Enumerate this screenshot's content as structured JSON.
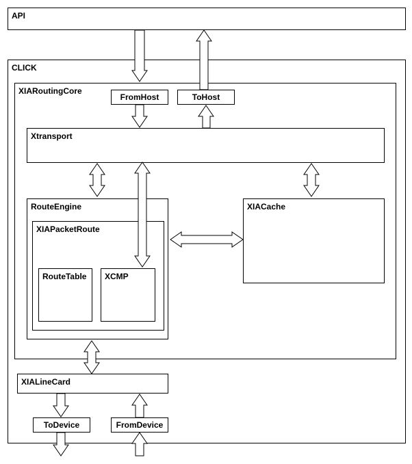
{
  "api": {
    "label": "API"
  },
  "click": {
    "label": "CLICK"
  },
  "routing_core": {
    "label": "XIARoutingCore"
  },
  "from_host": {
    "label": "FromHost"
  },
  "to_host": {
    "label": "ToHost"
  },
  "xtransport": {
    "label": "Xtransport"
  },
  "route_engine": {
    "label": "RouteEngine"
  },
  "packet_route": {
    "label": "XIAPacketRoute"
  },
  "route_table": {
    "label": "RouteTable"
  },
  "xcmp": {
    "label": "XCMP"
  },
  "xia_cache": {
    "label": "XIACache"
  },
  "line_card": {
    "label": "XIALineCard"
  },
  "to_device": {
    "label": "ToDevice"
  },
  "from_device": {
    "label": "FromDevice"
  }
}
